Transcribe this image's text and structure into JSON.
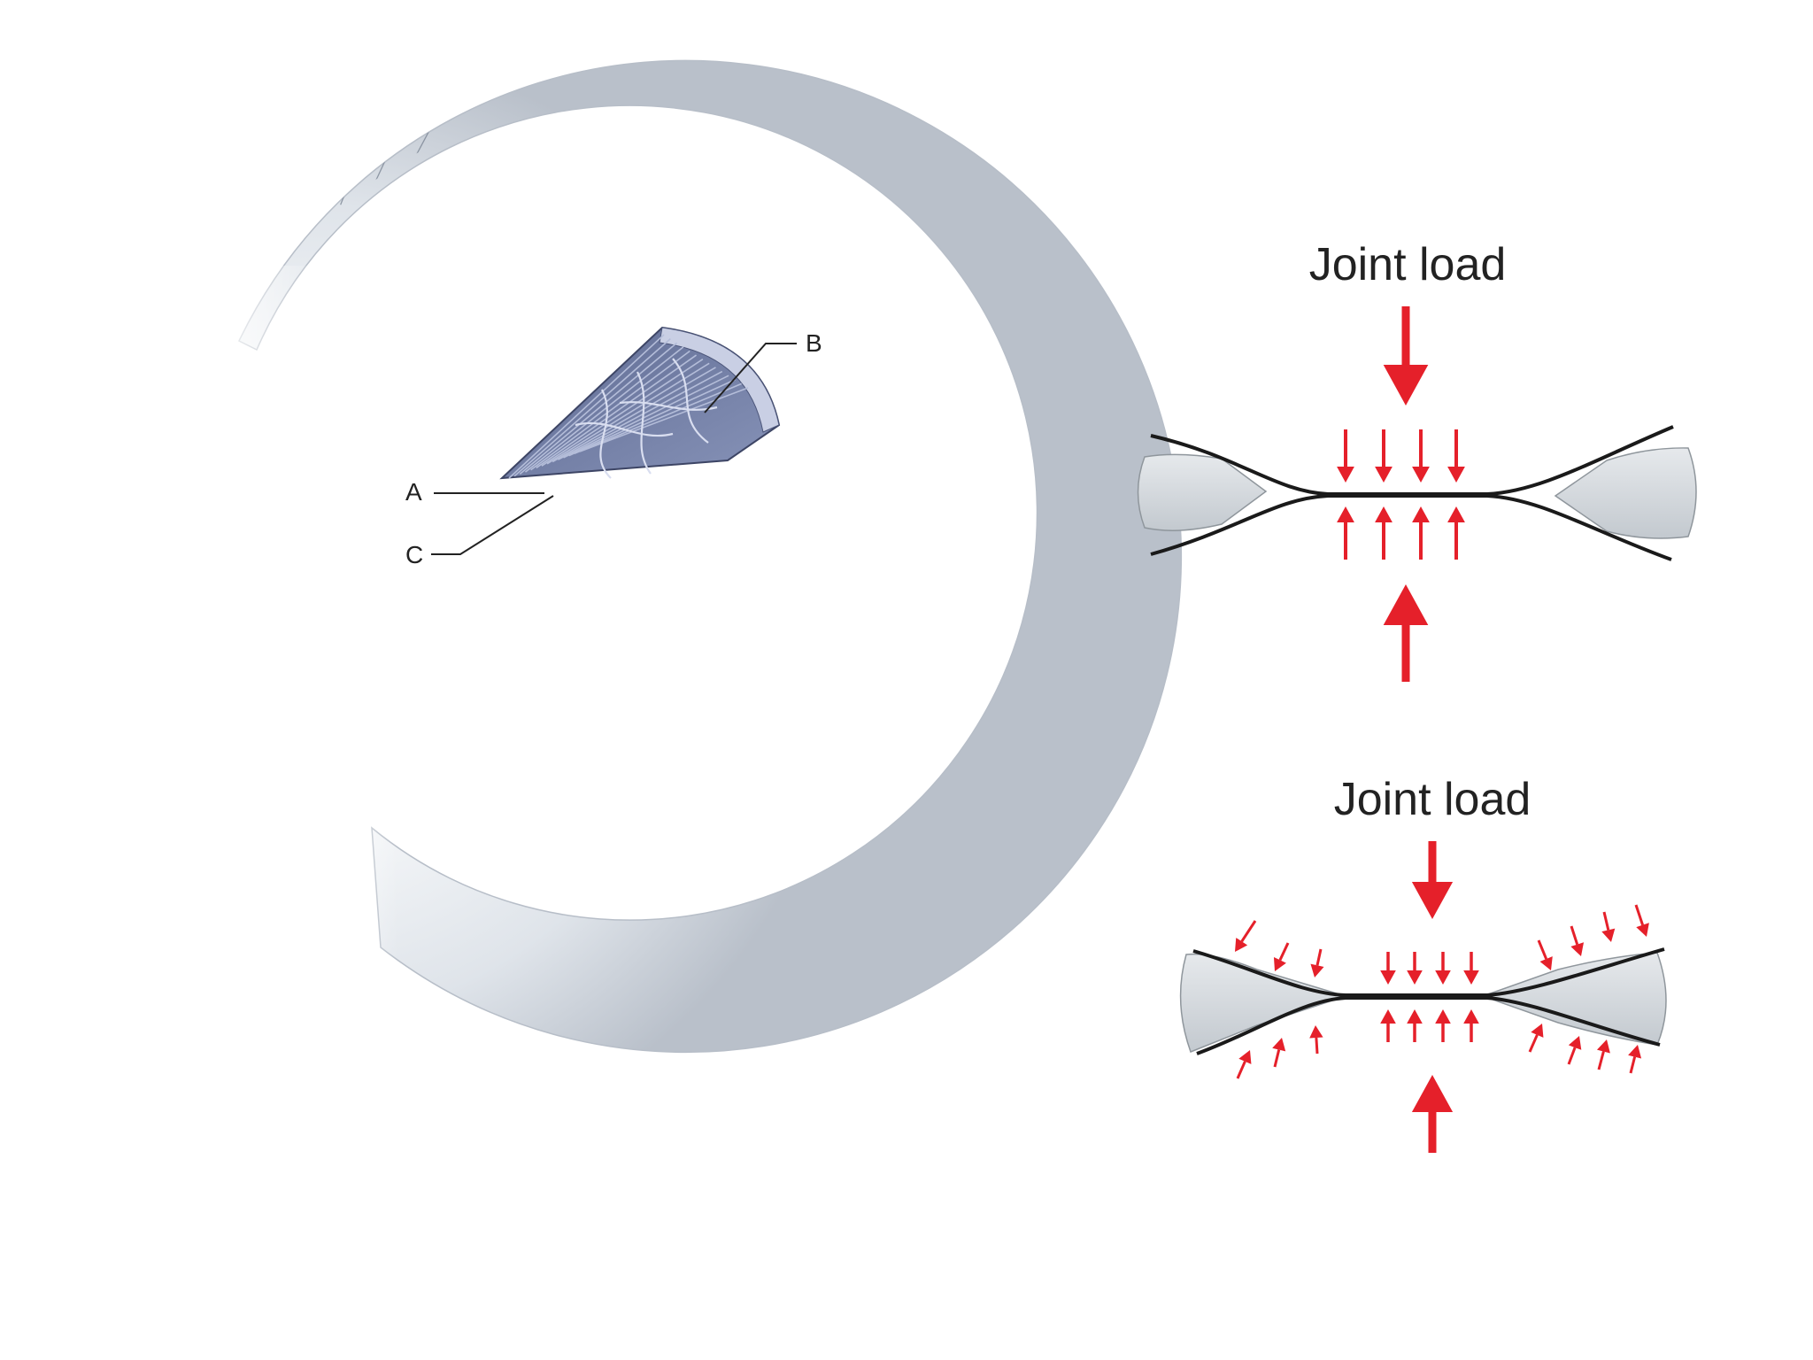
{
  "meniscus": {
    "label_a": "A",
    "label_b": "B",
    "label_c": "C"
  },
  "panel_top": {
    "title": "Joint load"
  },
  "panel_bottom": {
    "title": "Joint load"
  },
  "colors": {
    "background": "#ffffff",
    "tissue": "#e1e5ea",
    "cutaway": "#6f7aa0",
    "arrow": "#e5202a",
    "line": "#1a1a1a",
    "wedge": "#d5d9de"
  }
}
